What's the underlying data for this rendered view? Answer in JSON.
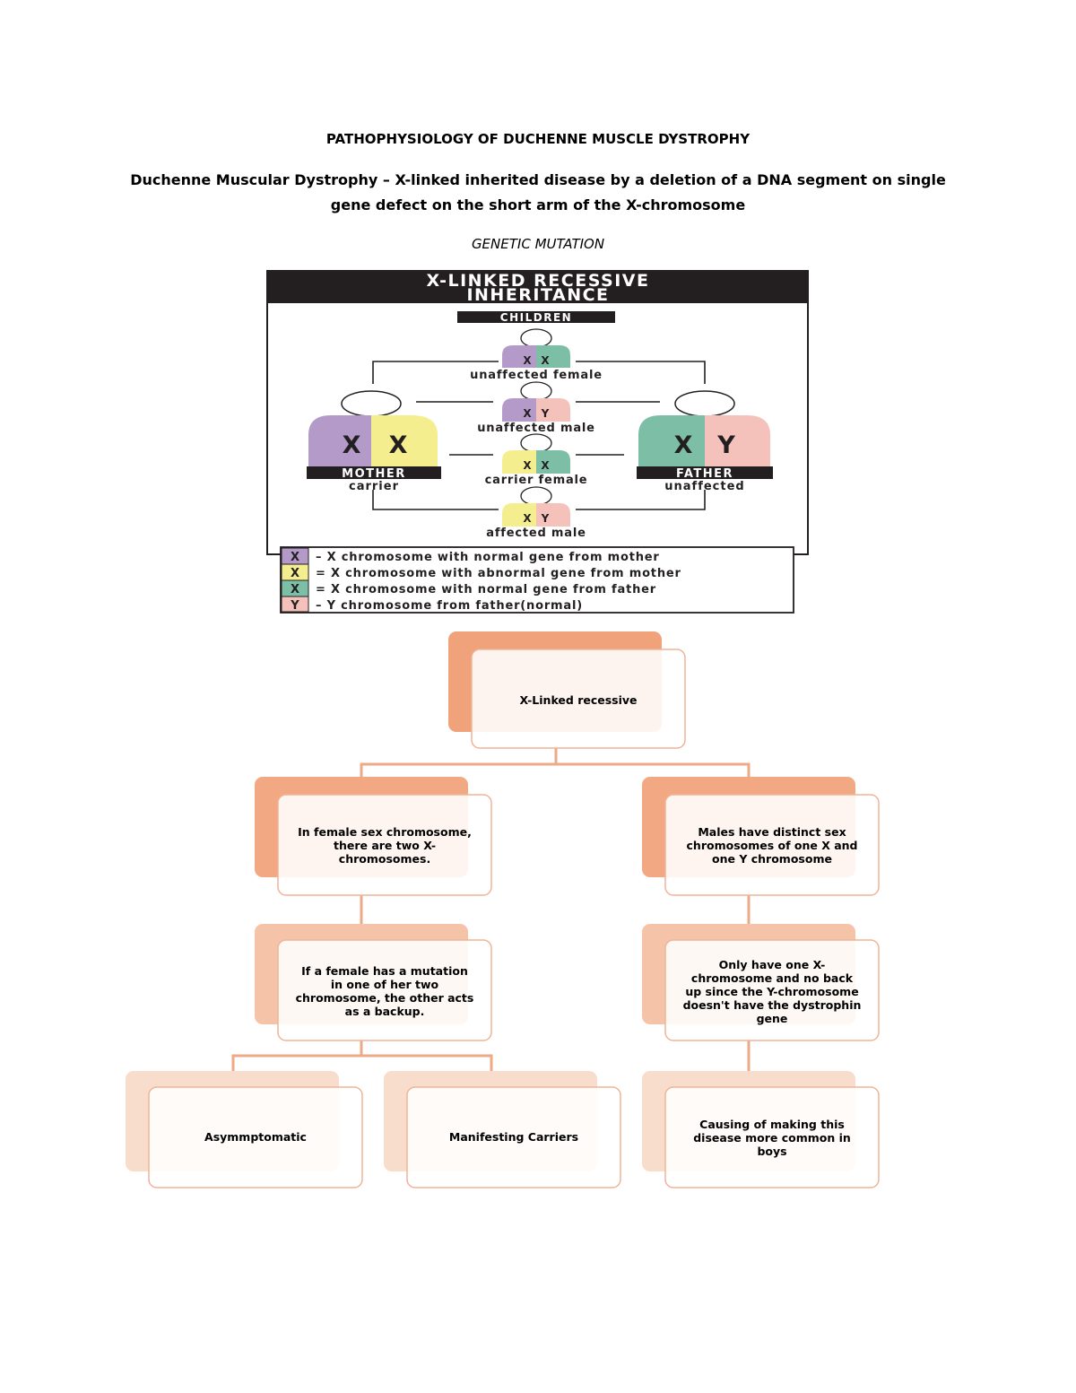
{
  "document": {
    "title": "PATHOPHYSIOLOGY OF DUCHENNE MUSCLE DYSTROPHY",
    "intro_line1": "Duchenne Muscular Dystrophy – X-linked inherited disease by a deletion of a DNA segment on single",
    "intro_line2": "gene defect on the short arm of the X-chromosome",
    "section_label": "GENETIC MUTATION"
  },
  "inheritance_figure": {
    "title_line1": "X-LINKED  RECESSIVE",
    "title_line2": "INHERITANCE",
    "children_label": "CHILDREN",
    "mother": {
      "chromosomes_left": "X",
      "chromosomes_right": "X",
      "role": "MOTHER",
      "status": "carrier"
    },
    "father": {
      "chromosomes_left": "X",
      "chromosomes_right": "Y",
      "role": "FATHER",
      "status": "unaffected"
    },
    "children": [
      {
        "left": "X",
        "right": "X",
        "label": "unaffected female"
      },
      {
        "left": "X",
        "right": "Y",
        "label": "unaffected male"
      },
      {
        "left": "X",
        "right": "X",
        "label": "carrier female"
      },
      {
        "left": "X",
        "right": "Y",
        "label": "affected male"
      }
    ],
    "legend": [
      {
        "symbol": "X",
        "text": "– X chromosome with normal gene from mother",
        "color": "#b39ac8"
      },
      {
        "symbol": "X",
        "text": "= X chromosome with abnormal gene from mother",
        "color": "#f5ee8e"
      },
      {
        "symbol": "X",
        "text": "= X chromosome with normal gene from father",
        "color": "#7dbfa6"
      },
      {
        "symbol": "Y",
        "text": "– Y chromosome from father(normal)",
        "color": "#f5c2bb"
      }
    ],
    "colors": {
      "mother_normal_x": "#b39ac8",
      "mother_abnormal_x": "#f5ee8e",
      "father_x": "#7dbfa6",
      "father_y": "#f5c2bb",
      "title_bar": "#231f20"
    }
  },
  "flowchart": {
    "root": "X-Linked recessive",
    "left_branch": {
      "level1": [
        "In female sex chromosome,",
        "there are two X-",
        "chromosomes."
      ],
      "level2": [
        "If a female has a mutation",
        "in one of her two",
        "chromosome, the other acts",
        "as a backup."
      ],
      "leaf_a": "Asymmptomatic",
      "leaf_b": "Manifesting Carriers"
    },
    "right_branch": {
      "level1": [
        "Males have distinct sex",
        "chromosomes of one X and",
        "one Y chromosome"
      ],
      "level2": [
        "Only have one X-",
        "chromosome and no back",
        "up since the Y-chromosome",
        "doesn't have the dystrophin",
        "gene"
      ],
      "leaf": [
        "Causing of making this",
        "disease more common in",
        "boys"
      ]
    },
    "colors": {
      "level0_back": "#f0a27a",
      "level1_back": "#f2a883",
      "level2_back": "#f5c3a8",
      "level3_back": "#f8dccc",
      "connector": "#eea987",
      "front_border": "#f0b496"
    }
  }
}
